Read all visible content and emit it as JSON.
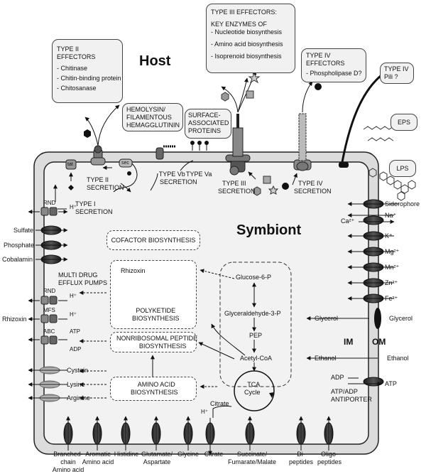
{
  "host_label": "Host",
  "symbiont_label": "Symbiont",
  "im_label": "IM",
  "om_label": "OM",
  "colors": {
    "cell_outer": "#dcdcdc",
    "cell_inner": "#f2f2f2",
    "transporter": "#3a3a3a",
    "box_fill": "#f1f1f1"
  },
  "effector_boxes": {
    "type2": {
      "title": "TYPE II",
      "subtitle": "EFFECTORS",
      "items": [
        "- Chitinase",
        "- Chitin-binding protein",
        "- Chitosanase"
      ]
    },
    "type3": {
      "title": "TYPE III EFFECTORS:",
      "subtitle": "KEY ENZYMES OF",
      "items": [
        "- Nucleotide biosynthesis",
        "- Amino acid biosynthesis",
        "- Isoprenoid biosynthesis"
      ]
    },
    "type4": {
      "title": "TYPE IV",
      "subtitle": "EFFECTORS",
      "items": [
        "- Phospholipase D?"
      ]
    },
    "pili": {
      "line1": "TYPE IV",
      "line2": "Pili ?"
    },
    "eps": "EPS",
    "lps": "LPS"
  },
  "surface_boxes": {
    "hemolysin": [
      "HEMOLYSIN/",
      "FILAMENTOUS",
      "HEMAGGLUTININ"
    ],
    "surface": [
      "SURFACE-",
      "ASSOCIATED",
      "PROTEINS"
    ]
  },
  "secretion": {
    "type1": [
      "TYPE I",
      "SECRETION"
    ],
    "type2": [
      "TYPE II",
      "SECRETION"
    ],
    "type5b": [
      "TYPE Vb",
      "SECRETION"
    ],
    "type5a": "TYPE Va",
    "type3": [
      "TYPE III",
      "SECRETION"
    ],
    "type4": [
      "TYPE IV",
      "SECRETION"
    ],
    "tat": "tat",
    "sec": "sec"
  },
  "left_transporters": {
    "rnd_top": "RND",
    "h_plus": "H⁺",
    "sulfate": "Sulfate",
    "phosphate": "Phosphate",
    "cobalamin": "Cobalamin",
    "mdr": [
      "MULTI DRUG",
      "EFFLUX PUMPS"
    ],
    "rnd": "RND",
    "mfs": "MFS",
    "abc": "ABC",
    "atp": "ATP",
    "adp": "ADP",
    "rhizoxin": "Rhizoxin",
    "cystein": "Cystein",
    "lysine": "Lysine",
    "arginine": "Arginine"
  },
  "right_transporters": {
    "siderophore": "Siderophore",
    "na": "Na⁺",
    "ca": "Ca²⁺",
    "k": "K⁺",
    "mg": "Mg²⁺",
    "mn": "Mn²⁺",
    "zn": "Zn²⁺",
    "fe": "Fe²⁺",
    "glycerol_in": "Glycerol",
    "glycerol_out": "Glycerol",
    "ethanol_in": "Ethanol",
    "ethanol_out": "Ethanol",
    "adp": "ADP",
    "atp": "ATP",
    "antiporter": [
      "ATP/ADP",
      "ANTIPORTER"
    ]
  },
  "metabolism": {
    "cofactor": "COFACTOR BIOSYNTHESIS",
    "rhizoxin": "Rhizoxin",
    "polyketide": [
      "POLYKETIDE",
      "BIOSYNTHESIS"
    ],
    "nrps": [
      "NONRIBOSOMAL PEPTIDE",
      "BIOSYNTHESIS"
    ],
    "aminoacid": [
      "AMINO ACID",
      "BIOSYNTHESIS"
    ],
    "glucose": "Glucose-6-P",
    "g3p": "Glyceraldehyde-3-P",
    "pep": "PEP",
    "acetyl": "Acetyl-CoA",
    "tca": [
      "TCA",
      "Cycle"
    ],
    "citrate": "Citrate",
    "h_plus": "H⁺"
  },
  "bottom_labels": [
    [
      "Branched-",
      "chain",
      "Amino acid"
    ],
    [
      "Aromatic",
      "Amino acid"
    ],
    [
      "Histidine"
    ],
    [
      "Glutamate/",
      "Aspartate"
    ],
    [
      "Glycine"
    ],
    [
      "Citrate"
    ],
    [
      "Succinate/",
      "Fumarate/Malate"
    ],
    [
      "Di-",
      "peptides"
    ],
    [
      "Oligo-",
      "peptides"
    ]
  ]
}
